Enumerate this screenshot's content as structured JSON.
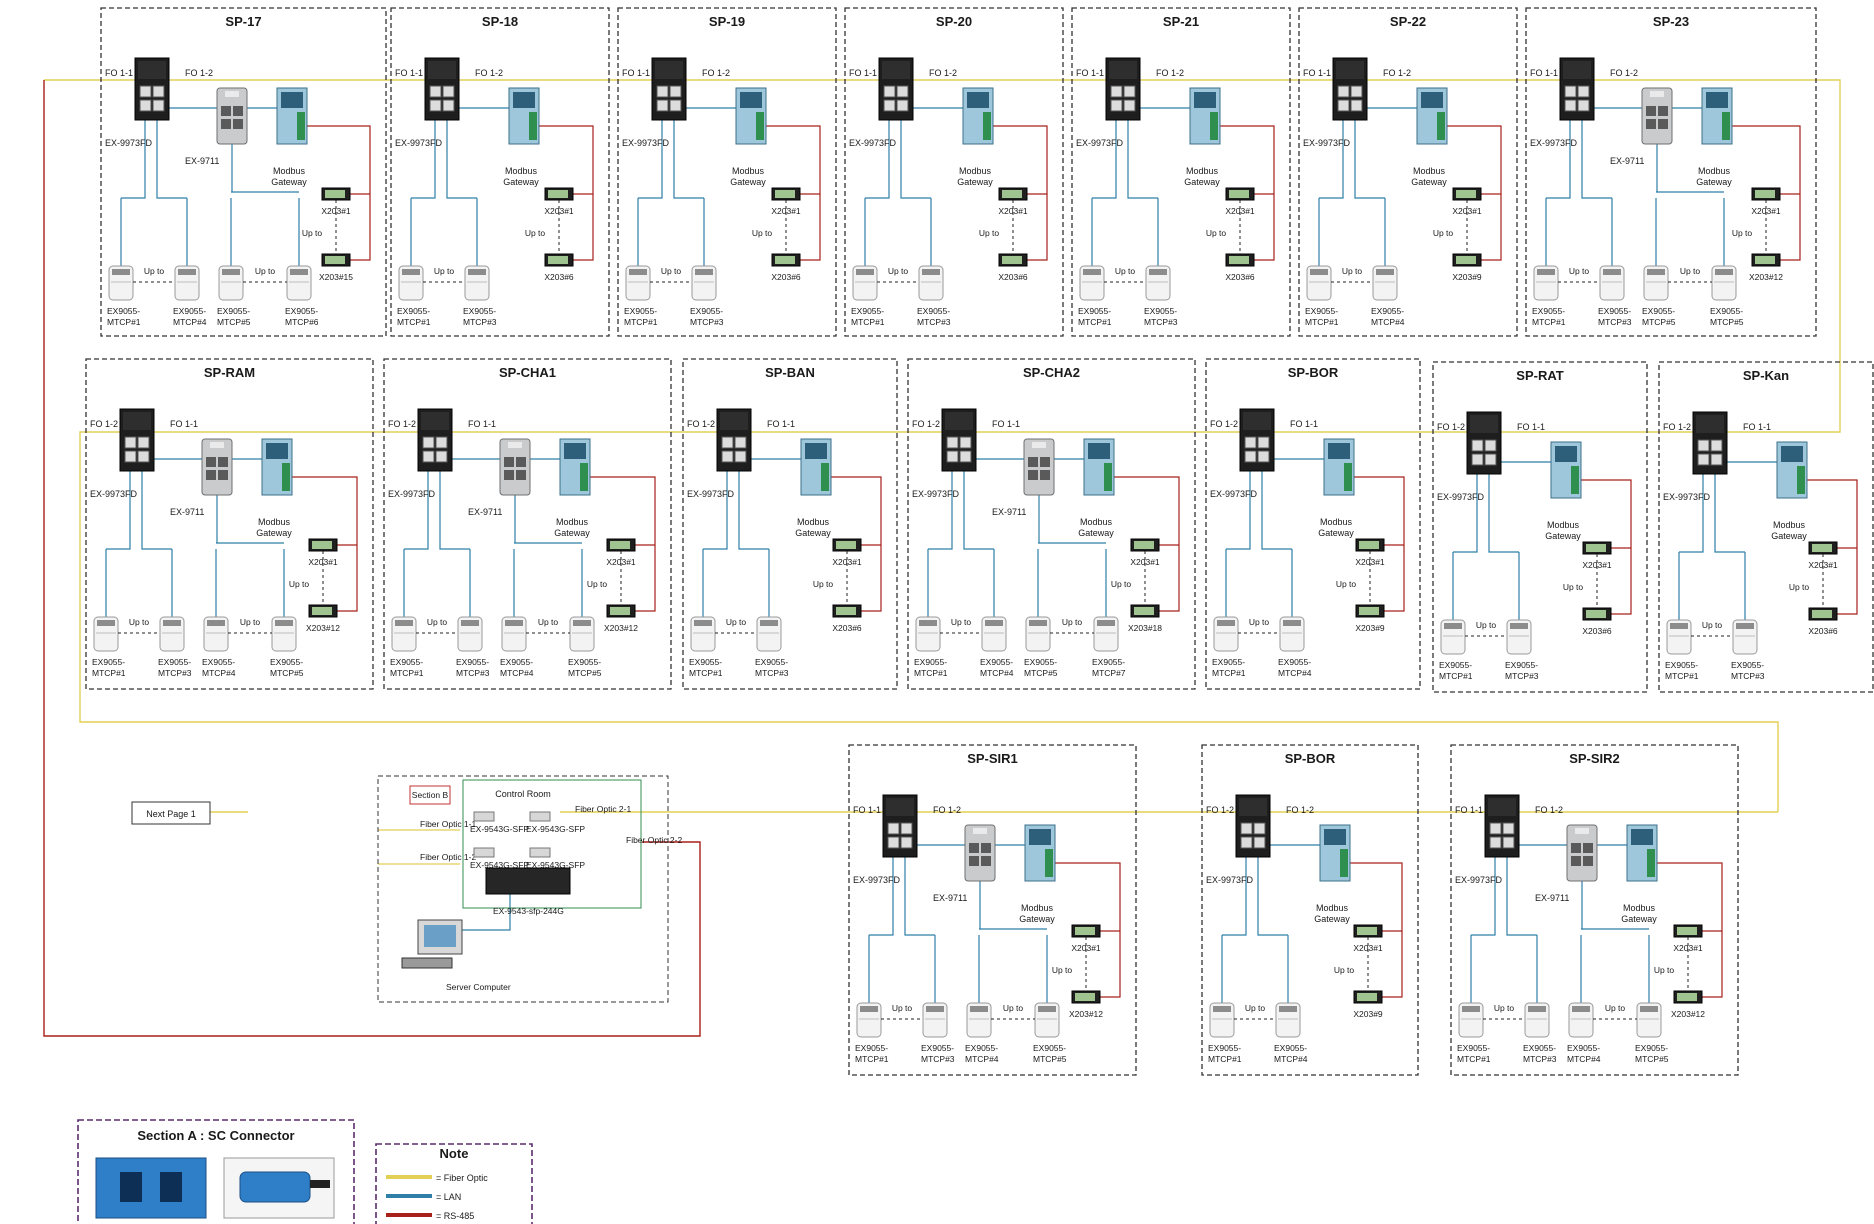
{
  "colors": {
    "fiber": "#e3cf55",
    "lan": "#2f7fa8",
    "rs485": "#a8201a",
    "border": "#333333",
    "legend_border": "#5a2d6e"
  },
  "icons": {
    "switch": "managed-switch-icon",
    "media_converter": "media-converter-icon",
    "gateway": "modbus-gateway-icon",
    "meter": "power-meter-icon",
    "display": "x203-display-icon",
    "server": "server-computer-icon",
    "sfp": "sfp-module-icon",
    "connector": "sc-connector-icon"
  },
  "stations": [
    {
      "title": "SP-17",
      "fo_left": "FO 1-1",
      "fo_right": "FO 1-2",
      "switch": "EX-9973FD",
      "converter": "EX-9711",
      "gateway": [
        "Modbus",
        "Gateway"
      ],
      "upto": "Up to",
      "meters": [
        [
          "EX9055-",
          "MTCP#1"
        ],
        [
          "EX9055-",
          "MTCP#4"
        ],
        [
          "EX9055-",
          "MTCP#5"
        ],
        [
          "EX9055-",
          "MTCP#6"
        ]
      ],
      "displays": [
        "X203#1",
        "X203#15"
      ]
    },
    {
      "title": "SP-18",
      "fo_left": "FO 1-1",
      "fo_right": "FO 1-2",
      "switch": "EX-9973FD",
      "converter": "",
      "gateway": [
        "Modbus",
        "Gateway"
      ],
      "upto": "Up to",
      "meters": [
        [
          "EX9055-",
          "MTCP#1"
        ],
        [
          "EX9055-",
          "MTCP#3"
        ]
      ],
      "displays": [
        "X203#1",
        "X203#6"
      ]
    },
    {
      "title": "SP-19",
      "fo_left": "FO 1-1",
      "fo_right": "FO 1-2",
      "switch": "EX-9973FD",
      "converter": "",
      "gateway": [
        "Modbus",
        "Gateway"
      ],
      "upto": "Up to",
      "meters": [
        [
          "EX9055-",
          "MTCP#1"
        ],
        [
          "EX9055-",
          "MTCP#3"
        ]
      ],
      "displays": [
        "X203#1",
        "X203#6"
      ]
    },
    {
      "title": "SP-20",
      "fo_left": "FO 1-1",
      "fo_right": "FO 1-2",
      "switch": "EX-9973FD",
      "converter": "",
      "gateway": [
        "Modbus",
        "Gateway"
      ],
      "upto": "Up to",
      "meters": [
        [
          "EX9055-",
          "MTCP#1"
        ],
        [
          "EX9055-",
          "MTCP#3"
        ]
      ],
      "displays": [
        "X203#1",
        "X203#6"
      ]
    },
    {
      "title": "SP-21",
      "fo_left": "FO 1-1",
      "fo_right": "FO 1-2",
      "switch": "EX-9973FD",
      "converter": "",
      "gateway": [
        "Modbus",
        "Gateway"
      ],
      "upto": "Up to",
      "meters": [
        [
          "EX9055-",
          "MTCP#1"
        ],
        [
          "EX9055-",
          "MTCP#3"
        ]
      ],
      "displays": [
        "X203#1",
        "X203#6"
      ]
    },
    {
      "title": "SP-22",
      "fo_left": "FO 1-1",
      "fo_right": "FO 1-2",
      "switch": "EX-9973FD",
      "converter": "",
      "gateway": [
        "Modbus",
        "Gateway"
      ],
      "upto": "Up to",
      "meters": [
        [
          "EX9055-",
          "MTCP#1"
        ],
        [
          "EX9055-",
          "MTCP#4"
        ]
      ],
      "displays": [
        "X203#1",
        "X203#9"
      ]
    },
    {
      "title": "SP-23",
      "fo_left": "FO 1-1",
      "fo_right": "FO 1-2",
      "switch": "EX-9973FD",
      "converter": "EX-9711",
      "gateway": [
        "Modbus",
        "Gateway"
      ],
      "upto": "Up to",
      "meters": [
        [
          "EX9055-",
          "MTCP#1"
        ],
        [
          "EX9055-",
          "MTCP#3"
        ],
        [
          "EX9055-",
          "MTCP#5"
        ],
        [
          "EX9055-",
          "MTCP#5"
        ]
      ],
      "displays": [
        "X203#1",
        "X203#12"
      ]
    },
    {
      "title": "SP-RAM",
      "fo_left": "FO 1-2",
      "fo_right": "FO 1-1",
      "switch": "EX-9973FD",
      "converter": "EX-9711",
      "gateway": [
        "Modbus",
        "Gateway"
      ],
      "upto": "Up to",
      "meters": [
        [
          "EX9055-",
          "MTCP#1"
        ],
        [
          "EX9055-",
          "MTCP#3"
        ],
        [
          "EX9055-",
          "MTCP#4"
        ],
        [
          "EX9055-",
          "MTCP#5"
        ]
      ],
      "displays": [
        "X203#1",
        "X203#12"
      ]
    },
    {
      "title": "SP-CHA1",
      "fo_left": "FO 1-2",
      "fo_right": "FO 1-1",
      "switch": "EX-9973FD",
      "converter": "EX-9711",
      "gateway": [
        "Modbus",
        "Gateway"
      ],
      "upto": "Up to",
      "meters": [
        [
          "EX9055-",
          "MTCP#1"
        ],
        [
          "EX9055-",
          "MTCP#3"
        ],
        [
          "EX9055-",
          "MTCP#4"
        ],
        [
          "EX9055-",
          "MTCP#5"
        ]
      ],
      "displays": [
        "X203#1",
        "X203#12"
      ]
    },
    {
      "title": "SP-BAN",
      "fo_left": "FO 1-2",
      "fo_right": "FO 1-1",
      "switch": "EX-9973FD",
      "converter": "",
      "gateway": [
        "Modbus",
        "Gateway"
      ],
      "upto": "Up to",
      "meters": [
        [
          "EX9055-",
          "MTCP#1"
        ],
        [
          "EX9055-",
          "MTCP#3"
        ]
      ],
      "displays": [
        "X203#1",
        "X203#6"
      ]
    },
    {
      "title": "SP-CHA2",
      "fo_left": "FO 1-2",
      "fo_right": "FO 1-1",
      "switch": "EX-9973FD",
      "converter": "EX-9711",
      "gateway": [
        "Modbus",
        "Gateway"
      ],
      "upto": "Up to",
      "meters": [
        [
          "EX9055-",
          "MTCP#1"
        ],
        [
          "EX9055-",
          "MTCP#4"
        ],
        [
          "EX9055-",
          "MTCP#5"
        ],
        [
          "EX9055-",
          "MTCP#7"
        ]
      ],
      "displays": [
        "X203#1",
        "X203#18"
      ]
    },
    {
      "title": "SP-BOR",
      "fo_left": "FO 1-2",
      "fo_right": "FO 1-1",
      "switch": "EX-9973FD",
      "converter": "",
      "gateway": [
        "Modbus",
        "Gateway"
      ],
      "upto": "Up to",
      "meters": [
        [
          "EX9055-",
          "MTCP#1"
        ],
        [
          "EX9055-",
          "MTCP#4"
        ]
      ],
      "displays": [
        "X203#1",
        "X203#9"
      ]
    },
    {
      "title": "SP-RAT",
      "fo_left": "FO 1-2",
      "fo_right": "FO 1-1",
      "switch": "EX-9973FD",
      "converter": "",
      "gateway": [
        "Modbus",
        "Gateway"
      ],
      "upto": "Up to",
      "meters": [
        [
          "EX9055-",
          "MTCP#1"
        ],
        [
          "EX9055-",
          "MTCP#3"
        ]
      ],
      "displays": [
        "X203#1",
        "X203#6"
      ]
    },
    {
      "title": "SP-Kan",
      "fo_left": "FO 1-2",
      "fo_right": "FO 1-1",
      "switch": "EX-9973FD",
      "converter": "",
      "gateway": [
        "Modbus",
        "Gateway"
      ],
      "upto": "Up to",
      "meters": [
        [
          "EX9055-",
          "MTCP#1"
        ],
        [
          "EX9055-",
          "MTCP#3"
        ]
      ],
      "displays": [
        "X203#1",
        "X203#6"
      ]
    },
    {
      "title": "SP-SIR1",
      "fo_left": "FO 1-1",
      "fo_right": "FO 1-2",
      "switch": "EX-9973FD",
      "converter": "EX-9711",
      "gateway": [
        "Modbus",
        "Gateway"
      ],
      "upto": "Up to",
      "meters": [
        [
          "EX9055-",
          "MTCP#1"
        ],
        [
          "EX9055-",
          "MTCP#3"
        ],
        [
          "EX9055-",
          "MTCP#4"
        ],
        [
          "EX9055-",
          "MTCP#5"
        ]
      ],
      "displays": [
        "X203#1",
        "X203#12"
      ]
    },
    {
      "title": "SP-BOR",
      "fo_left": "FO 1-2",
      "fo_right": "FO 1-2",
      "switch": "EX-9973FD",
      "converter": "",
      "gateway": [
        "Modbus",
        "Gateway"
      ],
      "upto": "Up to",
      "meters": [
        [
          "EX9055-",
          "MTCP#1"
        ],
        [
          "EX9055-",
          "MTCP#4"
        ]
      ],
      "displays": [
        "X203#1",
        "X203#9"
      ]
    },
    {
      "title": "SP-SIR2",
      "fo_left": "FO 1-1",
      "fo_right": "FO 1-2",
      "switch": "EX-9973FD",
      "converter": "EX-9711",
      "gateway": [
        "Modbus",
        "Gateway"
      ],
      "upto": "Up to",
      "meters": [
        [
          "EX9055-",
          "MTCP#1"
        ],
        [
          "EX9055-",
          "MTCP#3"
        ],
        [
          "EX9055-",
          "MTCP#4"
        ],
        [
          "EX9055-",
          "MTCP#5"
        ]
      ],
      "displays": [
        "X203#1",
        "X203#12"
      ]
    }
  ],
  "control_room": {
    "title": "Control Room",
    "section_tag": "Section B",
    "fiber_optic_1_1": "Fiber Optic 1-1",
    "fiber_optic_1_2": "Fiber Optic 1-2",
    "fiber_optic_2_1": "Fiber Optic 2-1",
    "fiber_optic_2_2": "Fiber Optic 2-2",
    "sfp_label": "EX-9543G-SFP",
    "switch_label": "EX-9543-sfp-244G",
    "server_label": "Server Computer"
  },
  "next_page": "Next Page 1",
  "section_a": {
    "title": "Section A : SC Connector"
  },
  "note": {
    "title": "Note",
    "items": [
      {
        "label": "= Fiber Optic"
      },
      {
        "label": "= LAN"
      },
      {
        "label": "= RS-485"
      }
    ]
  }
}
